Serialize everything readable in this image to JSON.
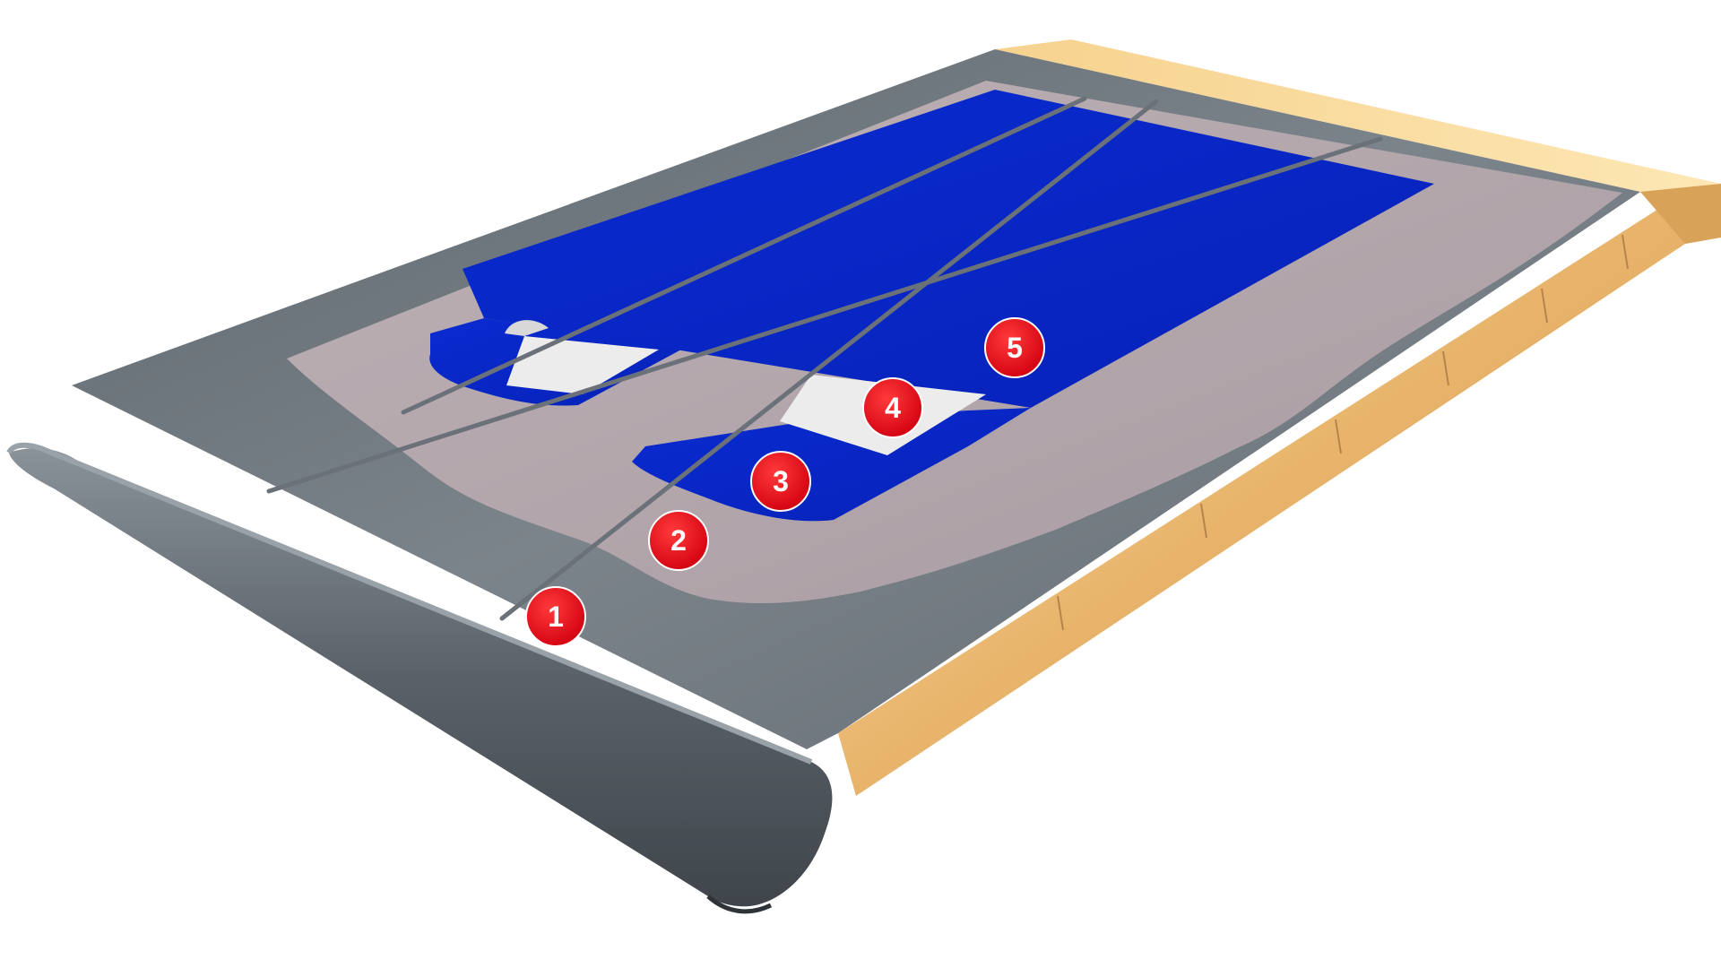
{
  "diagram": {
    "colors": {
      "background": "#ffffff",
      "underlay_felt": "#737b83",
      "underlay_felt_dark": "#4a5158",
      "separation_layer": "#b5a9ae",
      "membrane": "#0a2bd1",
      "membrane_dark": "#0620a3",
      "seam_tape": "#ededed",
      "timber": "#e2ad63",
      "timber_light": "#fbe1a6",
      "callout": "#e30613",
      "callout_text": "#ffffff",
      "batten": "#6b7178"
    },
    "callouts": [
      {
        "id": "1",
        "label": "1"
      },
      {
        "id": "2",
        "label": "2"
      },
      {
        "id": "3",
        "label": "3"
      },
      {
        "id": "4",
        "label": "4"
      },
      {
        "id": "5",
        "label": "5"
      }
    ]
  }
}
